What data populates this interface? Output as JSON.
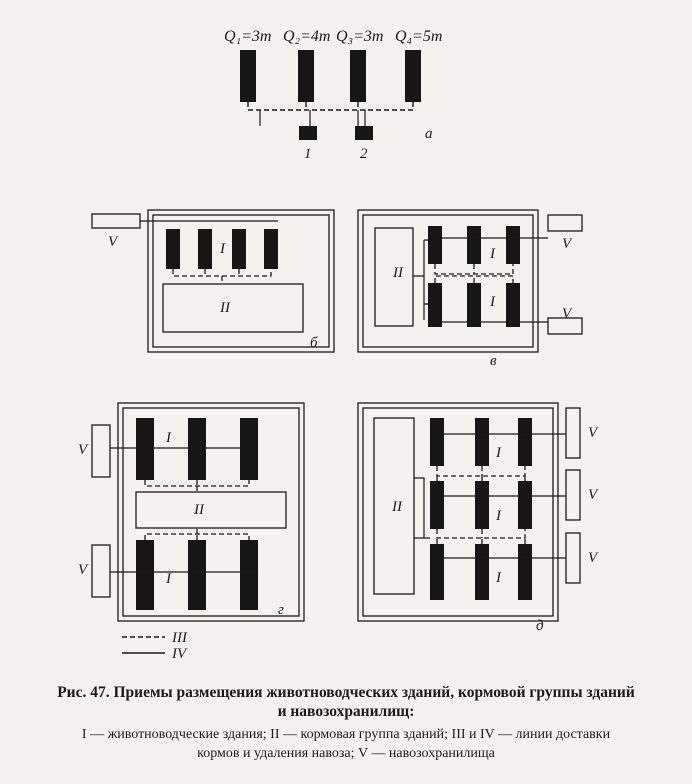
{
  "q_labels": {
    "q1": "Q₁=3т",
    "q2": "Q₂=4т",
    "q3": "Q₃=3т",
    "q4": "Q₄=5т"
  },
  "numbers": {
    "n1": "1",
    "n2": "2"
  },
  "roman": {
    "i": "I",
    "ii": "II",
    "v": "V",
    "iii": "III",
    "iv": "IV"
  },
  "panels": {
    "a": "а",
    "b": "б",
    "v": "в",
    "g": "г",
    "d": "д"
  },
  "caption": {
    "title_line1": "Рис. 47. Приемы размещения животноводческих зданий, кормовой группы зданий",
    "title_line2": "и навозохранилищ:",
    "legend_line1": "I — животноводческие здания; II — кормовая группа зданий; III и IV — линии доставки",
    "legend_line2": "кормов и удаления навоза; V — навозохранилища"
  }
}
